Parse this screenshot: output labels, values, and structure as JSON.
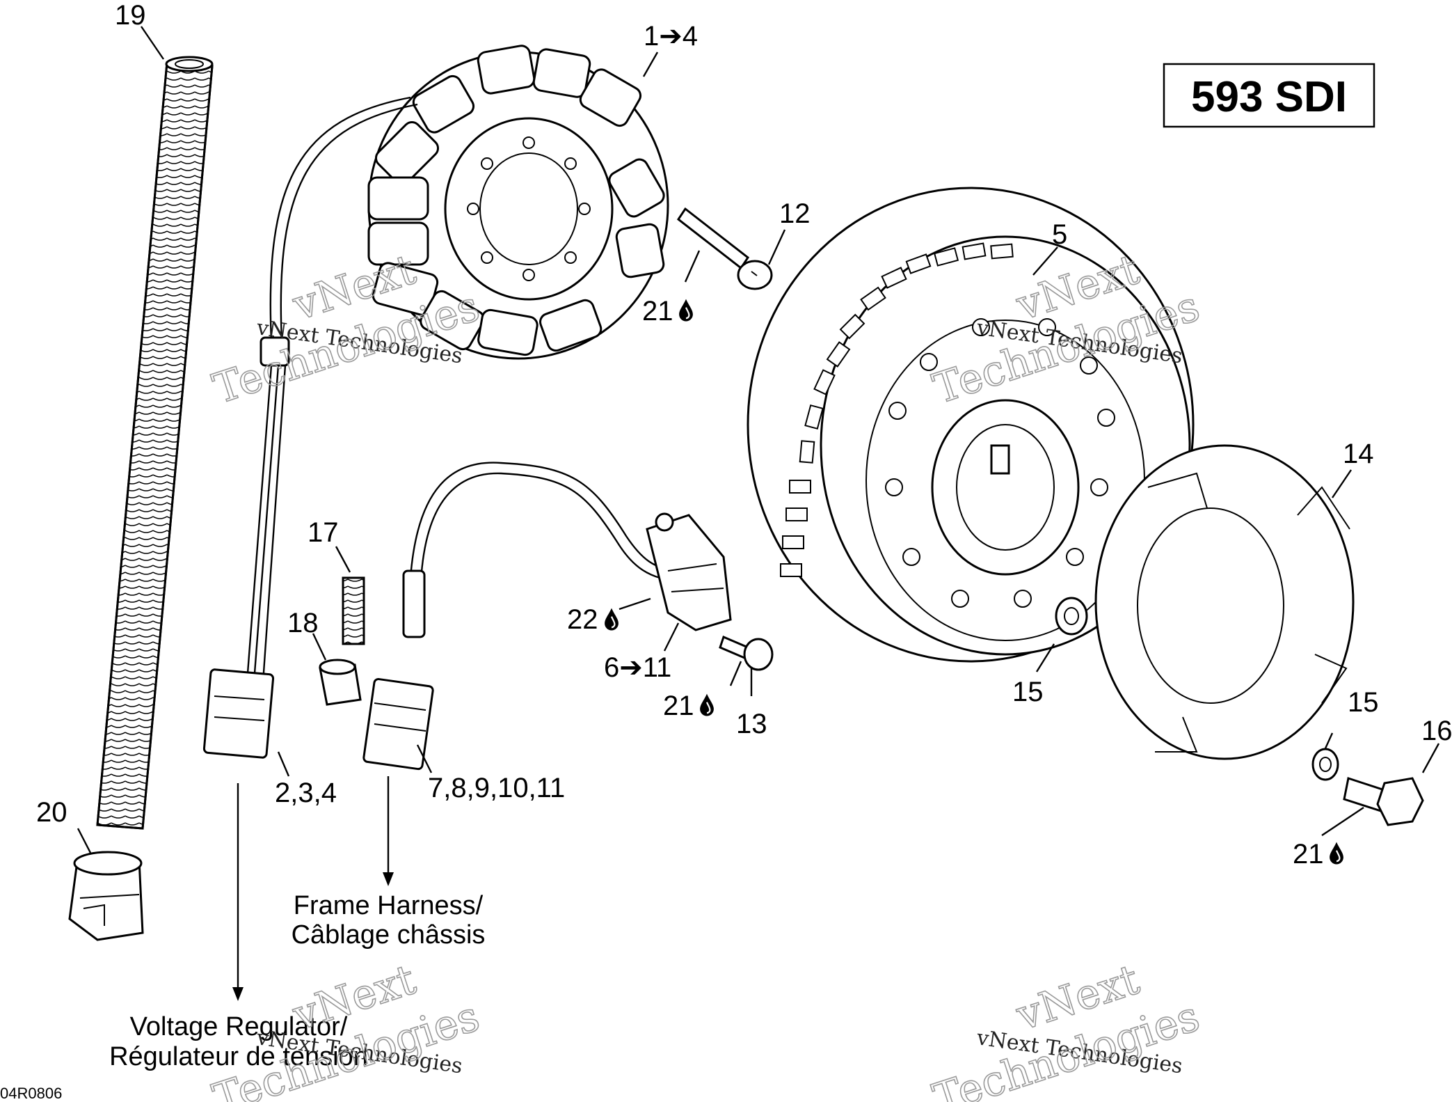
{
  "badge": "593 SDI",
  "callouts": {
    "c19": "19",
    "c1to4": "1➔4",
    "c12": "12",
    "c21a": "21",
    "c5": "5",
    "c14": "14",
    "c17": "17",
    "c18": "18",
    "c22": "22",
    "c6to11": "6➔11",
    "c21b": "21",
    "c13": "13",
    "c15a": "15",
    "c15b": "15",
    "c16": "16",
    "c21c": "21",
    "c234": "2,3,4",
    "c7to11": "7,8,9,10,11",
    "c20": "20"
  },
  "notes": {
    "frame_line1": "Frame Harness/",
    "frame_line2": "Câblage châssis",
    "volt_line1": "Voltage Regulator/",
    "volt_line2": "Régulateur de tension"
  },
  "figure_code": "04R0806",
  "watermarks": {
    "brand": "vNext Technologies",
    "word1": "vNext",
    "word2": "Technologies"
  },
  "icons": {
    "drop": "oil-drop-icon"
  }
}
